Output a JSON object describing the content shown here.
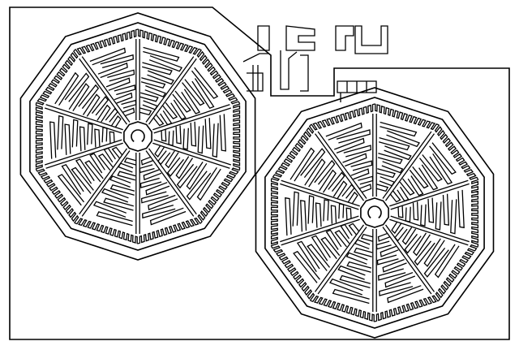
{
  "colors": {
    "background": "#ffffff",
    "stroke": "#000000"
  },
  "diagram": {
    "type": "line-art",
    "shapes": [
      "decagon",
      "decagon"
    ],
    "sectors_per_shape": 10,
    "maze_rings_per_sector": 9,
    "rotated_centers": 2
  }
}
